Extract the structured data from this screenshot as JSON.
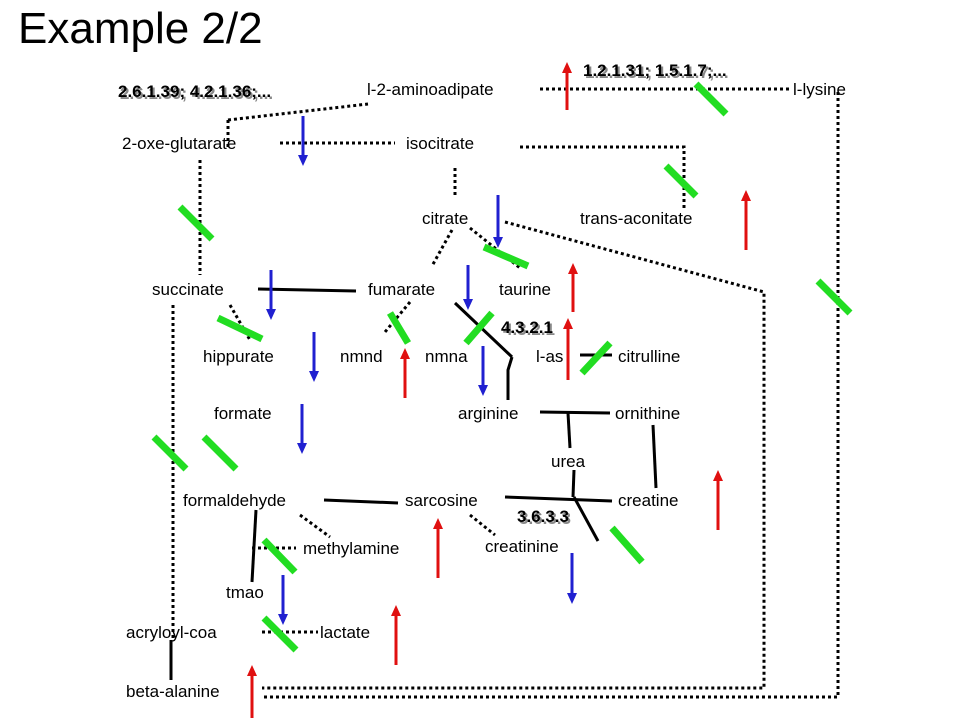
{
  "title": "Example 2/2",
  "colors": {
    "increase": "#e01010",
    "decrease": "#2020d0",
    "marker": "#22dd22",
    "line": "#000000"
  },
  "metabolites": {
    "l_2_aminoadipate": "l-2-aminoadipate",
    "l_lysine": "l-lysine",
    "oxo_glutarate": "2-oxe-glutarate",
    "isocitrate": "isocitrate",
    "citrate": "citrate",
    "trans_aconitate": "trans-aconitate",
    "succinate": "succinate",
    "fumarate": "fumarate",
    "taurine": "taurine",
    "hippurate": "hippurate",
    "nmnd": "nmnd",
    "nmna": "nmna",
    "l_as": "l-as",
    "citrulline": "citrulline",
    "formate": "formate",
    "arginine": "arginine",
    "ornithine": "ornithine",
    "urea": "urea",
    "formaldehyde": "formaldehyde",
    "sarcosine": "sarcosine",
    "creatine": "creatine",
    "methylamine": "methylamine",
    "creatinine": "creatinine",
    "tmao": "tmao",
    "acryloyl_coa": "acryloyl-coa",
    "lactate": "lactate",
    "beta_alanine": "beta-alanine"
  },
  "enzymes": {
    "ec_1_2_1_31": "1.2.1.31; 1.5.1.7;...",
    "ec_2_6_1_39": "2.6.1.39; 4.2.1.36;...",
    "ec_4_3_2_1": "4.3.2.1",
    "ec_3_6_3_3": "3.6.3.3"
  },
  "change_arrows": [
    {
      "id": "up-aminoadipate",
      "direction": "up"
    },
    {
      "id": "down-oxoglutarate",
      "direction": "down"
    },
    {
      "id": "up-trans-aconitate",
      "direction": "up"
    },
    {
      "id": "down-citrate",
      "direction": "down"
    },
    {
      "id": "down-succinate",
      "direction": "down"
    },
    {
      "id": "down-fumarate",
      "direction": "down"
    },
    {
      "id": "up-taurine",
      "direction": "up"
    },
    {
      "id": "down-hippurate",
      "direction": "down"
    },
    {
      "id": "up-nmnd",
      "direction": "up"
    },
    {
      "id": "down-nmna",
      "direction": "down"
    },
    {
      "id": "up-l-as",
      "direction": "up"
    },
    {
      "id": "down-formate",
      "direction": "down"
    },
    {
      "id": "up-methylamine",
      "direction": "up"
    },
    {
      "id": "up-creatine",
      "direction": "up"
    },
    {
      "id": "down-creatinine",
      "direction": "down"
    },
    {
      "id": "down-tmao",
      "direction": "down"
    },
    {
      "id": "up-lactate",
      "direction": "up"
    },
    {
      "id": "up-beta-alanine",
      "direction": "up"
    }
  ]
}
